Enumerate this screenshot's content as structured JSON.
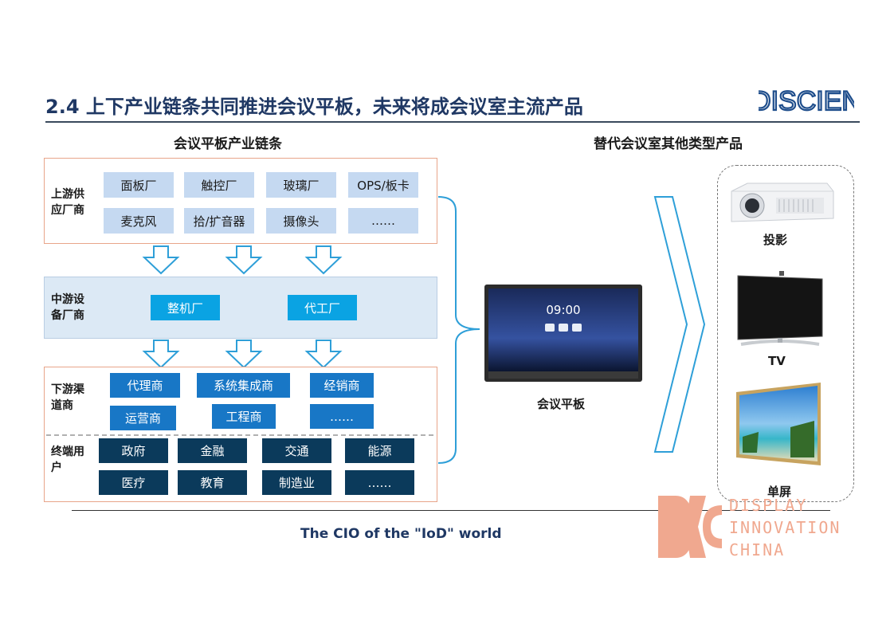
{
  "header": {
    "title": "2.4 上下产业链条共同推进会议平板，未来将成会议室主流产品",
    "brand": "DISCIEN"
  },
  "left_panel": {
    "heading": "会议平板产业链条",
    "upstream": {
      "label": "上游供应厂商",
      "items": [
        "面板厂",
        "触控厂",
        "玻璃厂",
        "OPS/板卡",
        "麦克风",
        "拾/扩音器",
        "摄像头",
        "……"
      ]
    },
    "midstream": {
      "label": "中游设备厂商",
      "items": [
        "整机厂",
        "代工厂"
      ]
    },
    "channel": {
      "label": "下游渠道商",
      "items": [
        "代理商",
        "系统集成商",
        "经销商",
        "运营商",
        "工程商",
        "……"
      ]
    },
    "end_user": {
      "label": "终端用户",
      "items": [
        "政府",
        "金融",
        "交通",
        "能源",
        "医疗",
        "教育",
        "制造业",
        "……"
      ]
    }
  },
  "center": {
    "product_label": "会议平板",
    "screen_time": "09:00"
  },
  "right_panel": {
    "heading": "替代会议室其他类型产品",
    "products": [
      "投影",
      "TV",
      "单屏"
    ]
  },
  "footer": {
    "tagline": "The CIO of the \"IoD\" world"
  },
  "watermark": {
    "lines": [
      "DISPLAY",
      "INNOVATION",
      "CHINA"
    ]
  },
  "colors": {
    "title": "#1f3864",
    "accent_blue": "#0aa3e3",
    "navy": "#0b3a5b",
    "light_blue": "#c5d9f1",
    "peach": "#f0a88f"
  }
}
